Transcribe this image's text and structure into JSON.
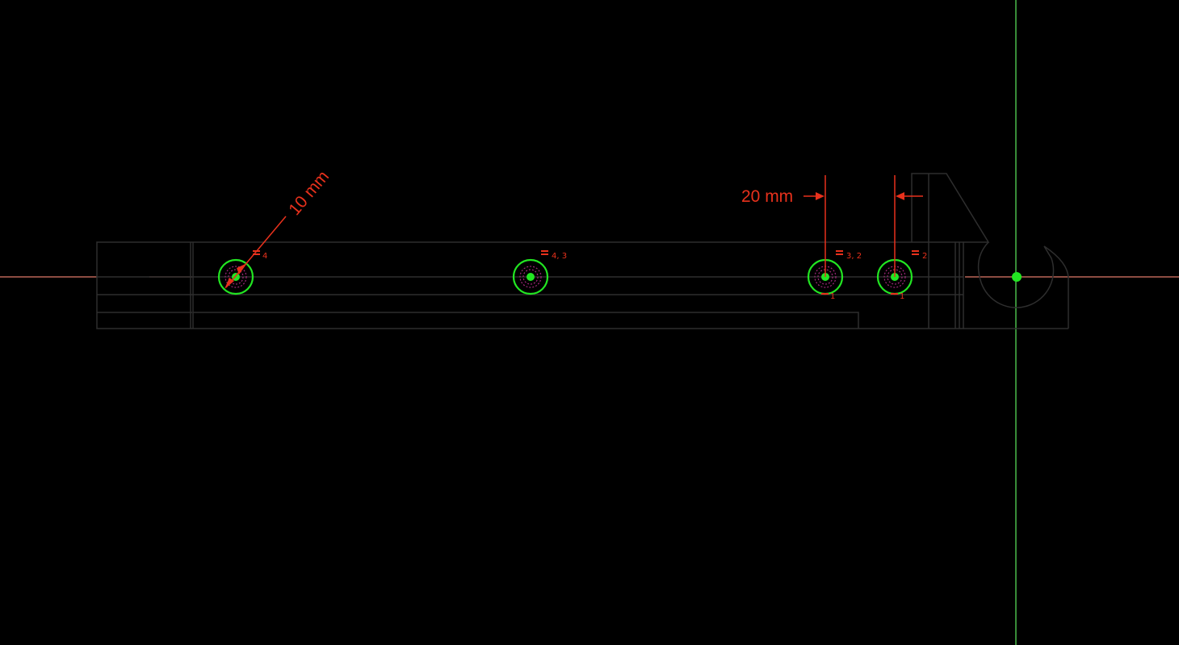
{
  "colors": {
    "background": "#000000",
    "geometry": "#2e2e2e",
    "horizontal_axis": "#e07a6a",
    "vertical_axis": "#5ee85e",
    "selected_circle": "#22e622",
    "dimension": "#e8311c",
    "construction": "#a0287a"
  },
  "dimensions": {
    "radius": {
      "label": "10 mm"
    },
    "distance": {
      "label": "20 mm"
    }
  },
  "constraints": {
    "hole1_top": "4",
    "hole2_top": "4, 3",
    "hole3_top": "3, 2",
    "hole4_top": "2",
    "hole3_bottom": "1",
    "hole4_bottom": "1"
  },
  "icons": {
    "origin": "origin-point-icon",
    "equal": "equal-constraint-icon",
    "horizontal": "horizontal-constraint-icon"
  }
}
